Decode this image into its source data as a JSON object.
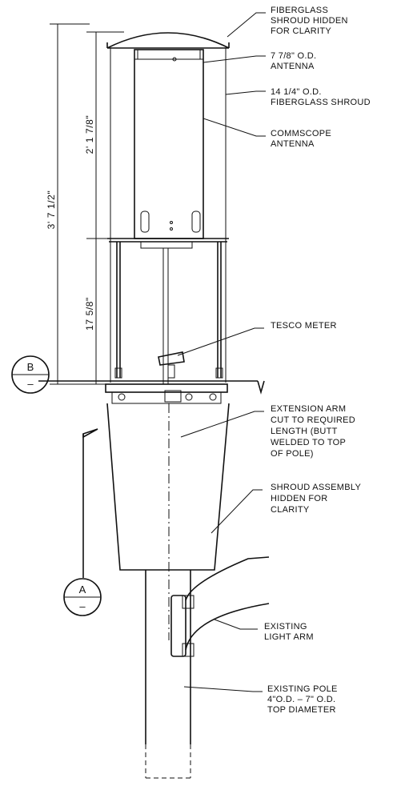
{
  "callouts": {
    "hidden_shroud": [
      "FIBERGLASS",
      "SHROUD HIDDEN",
      "FOR CLARITY"
    ],
    "antenna_od": [
      "7 7/8\" O.D.",
      "ANTENNA"
    ],
    "shroud_od": [
      "14 1/4\" O.D.",
      "FIBERGLASS SHROUD"
    ],
    "commscope": [
      "COMMSCOPE",
      "ANTENNA"
    ],
    "meter": [
      "TESCO METER"
    ],
    "extension_arm": [
      "EXTENSION ARM",
      "CUT TO REQUIRED",
      "LENGTH (BUTT",
      "WELDED TO TOP",
      "OF POLE)"
    ],
    "shroud_assembly": [
      "SHROUD ASSEMBLY",
      "HIDDEN FOR",
      "CLARITY"
    ],
    "light_arm": [
      "EXISTING",
      "LIGHT ARM"
    ],
    "pole": [
      "EXISTING POLE",
      "4\"O.D. – 7\" O.D.",
      "TOP DIAMETER"
    ]
  },
  "dimensions": {
    "overall": "3' 7 1/2\"",
    "upper": "2' 1 7/8\"",
    "lower": "17 5/8\""
  },
  "section_markers": {
    "b": {
      "letter": "B",
      "sub": "–"
    },
    "a": {
      "letter": "A",
      "sub": "–"
    }
  }
}
